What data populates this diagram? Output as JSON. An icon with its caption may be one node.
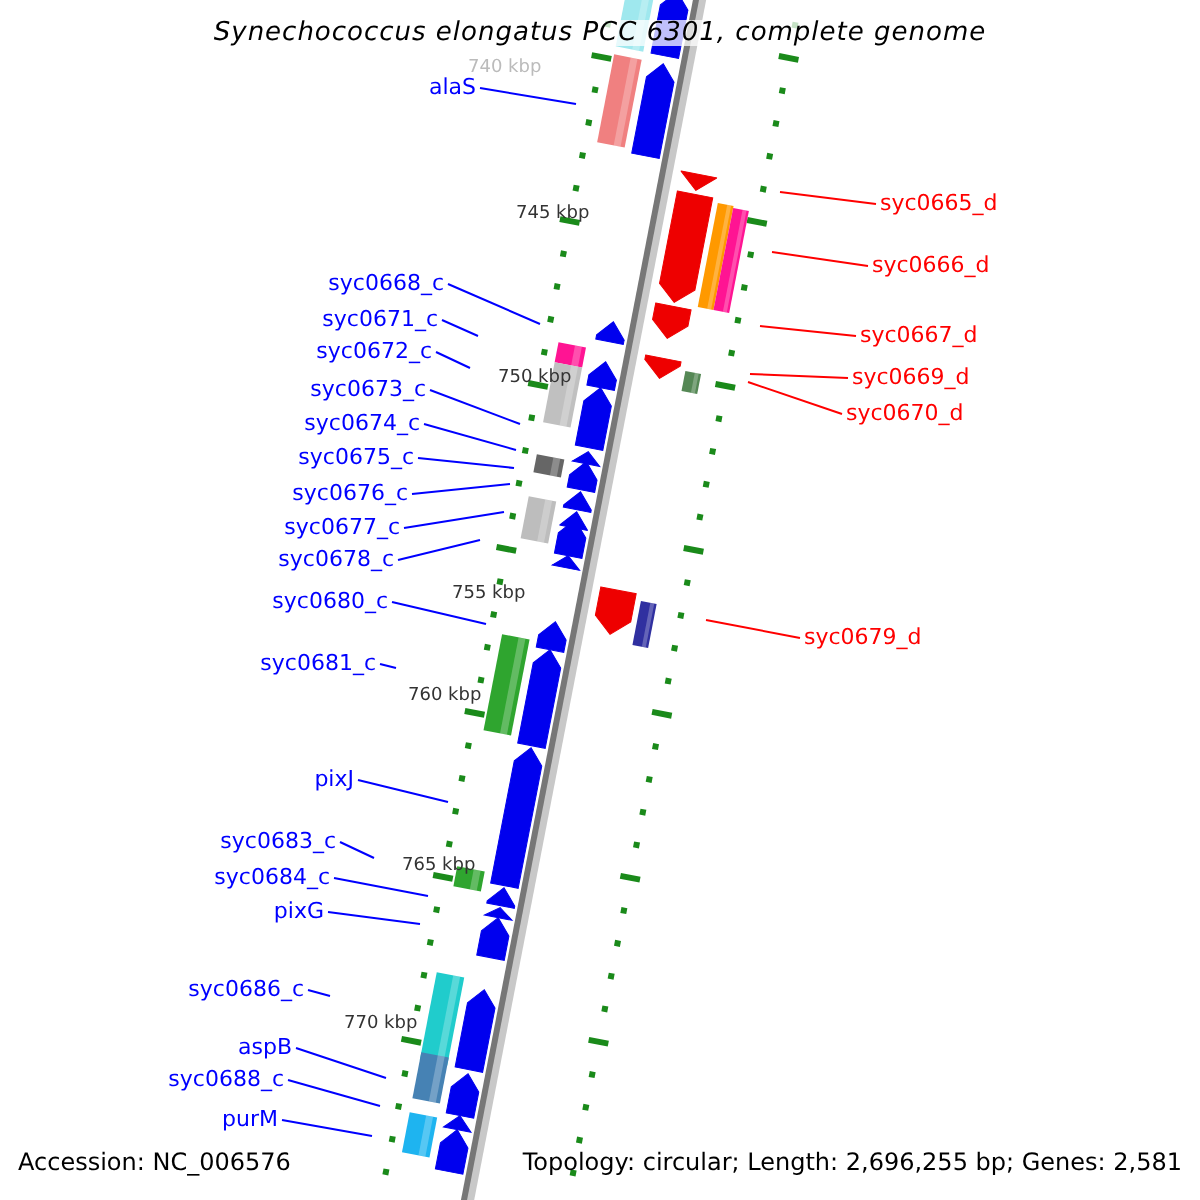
{
  "diagram": {
    "title": "Synechococcus elongatus PCC 6301, complete genome",
    "nodes": [
      {
        "text": [
          "alaS"
        ]
      },
      {
        "text": [
          "syc0668_c"
        ]
      },
      {
        "text": [
          "syc0671_c"
        ]
      },
      {
        "text": [
          "syc0672_c"
        ]
      },
      {
        "text": [
          "syc0673_c"
        ]
      },
      {
        "text": [
          "syc0674_c"
        ]
      },
      {
        "text": [
          "syc0675_c"
        ]
      },
      {
        "text": [
          "syc0676_c"
        ]
      },
      {
        "text": [
          "syc0677_c"
        ]
      },
      {
        "text": [
          "syc0678_c"
        ]
      },
      {
        "text": [
          "syc0680_c"
        ]
      },
      {
        "text": [
          "syc0681_c"
        ]
      },
      {
        "text": [
          "pixJ"
        ]
      },
      {
        "text": [
          "syc0683_c"
        ]
      },
      {
        "text": [
          "syc0684_c"
        ]
      },
      {
        "text": [
          "pixG"
        ]
      },
      {
        "text": [
          "syc0686_c"
        ]
      },
      {
        "text": [
          "aspB"
        ]
      },
      {
        "text": [
          "syc0688_c"
        ]
      },
      {
        "text": [
          "purM"
        ]
      },
      {
        "text": [
          "syc0665_d"
        ]
      },
      {
        "text": [
          "syc0666_d"
        ]
      },
      {
        "text": [
          "syc0667_d"
        ]
      },
      {
        "text": [
          "syc0669_d"
        ]
      },
      {
        "text": [
          "syc0670_d"
        ]
      },
      {
        "text": [
          "syc0679_d"
        ]
      }
    ],
    "edges": [
      {
        "from": 0,
        "to": null,
        "arrow": "none"
      },
      {
        "from": 1,
        "to": null,
        "arrow": "none"
      },
      {
        "from": 2,
        "to": null,
        "arrow": "none"
      },
      {
        "from": 3,
        "to": null,
        "arrow": "none"
      },
      {
        "from": 4,
        "to": null,
        "arrow": "none"
      },
      {
        "from": 5,
        "to": null,
        "arrow": "none"
      },
      {
        "from": 6,
        "to": null,
        "arrow": "none"
      },
      {
        "from": 7,
        "to": null,
        "arrow": "none"
      },
      {
        "from": 8,
        "to": null,
        "arrow": "none"
      },
      {
        "from": 9,
        "to": null,
        "arrow": "none"
      },
      {
        "from": 10,
        "to": null,
        "arrow": "none"
      },
      {
        "from": 11,
        "to": null,
        "arrow": "none"
      },
      {
        "from": 12,
        "to": null,
        "arrow": "none"
      },
      {
        "from": 13,
        "to": null,
        "arrow": "none"
      },
      {
        "from": 14,
        "to": null,
        "arrow": "none"
      },
      {
        "from": 15,
        "to": null,
        "arrow": "none"
      },
      {
        "from": 16,
        "to": null,
        "arrow": "none"
      },
      {
        "from": 17,
        "to": null,
        "arrow": "none"
      },
      {
        "from": 18,
        "to": null,
        "arrow": "none"
      },
      {
        "from": 19,
        "to": null,
        "arrow": "none"
      },
      {
        "from": 20,
        "to": null,
        "arrow": "none",
        "color": "#ff0000"
      },
      {
        "from": 21,
        "to": null,
        "arrow": "none",
        "color": "#ff0000"
      },
      {
        "from": 22,
        "to": null,
        "arrow": "none",
        "color": "#ff0000"
      },
      {
        "from": 23,
        "to": null,
        "arrow": "none",
        "color": "#ff0000"
      },
      {
        "from": 24,
        "to": null,
        "arrow": "none",
        "color": "#ff0000"
      },
      {
        "from": 25,
        "to": null,
        "arrow": "none",
        "color": "#ff0000"
      }
    ],
    "labels": [
      "740 kbp",
      "745 kbp",
      "750 kbp",
      "755 kbp",
      "760 kbp",
      "765 kbp",
      "770 kbp",
      "Accession: NC_006576",
      "Topology: circular; Length: 2,696,255 bp; Genes: 2,581"
    ]
  }
}
